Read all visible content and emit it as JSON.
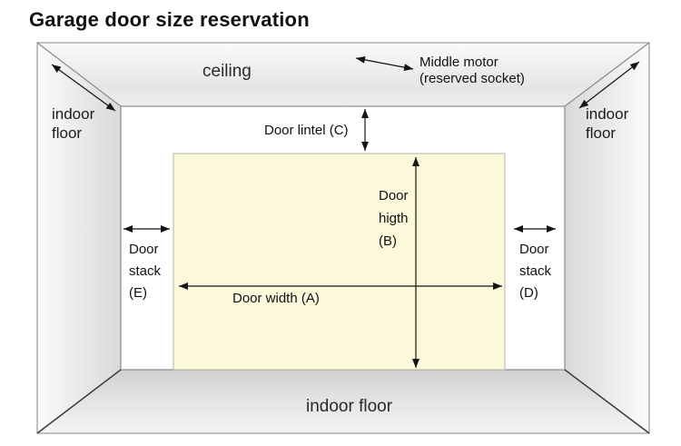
{
  "title": "Garage door size reservation",
  "diagram": {
    "ceiling_label": "ceiling",
    "floor_label": "indoor floor",
    "corner_left": {
      "line1": "indoor",
      "line2": "floor"
    },
    "corner_right": {
      "line1": "indoor",
      "line2": "floor"
    },
    "motor": {
      "line1": "Middle motor",
      "line2": "(reserved socket)"
    },
    "lintel_label": "Door lintel (C)",
    "height": {
      "line1": "Door",
      "line2": "higth",
      "line3": "(B)"
    },
    "width_label": "Door width (A)",
    "stack_left": {
      "line1": "Door",
      "line2": "stack",
      "line3": "(E)"
    },
    "stack_right": {
      "line1": "Door",
      "line2": "stack",
      "line3": "(D)"
    },
    "colors": {
      "door_fill": "#fbf9da",
      "door_border": "#b5b5a3",
      "wall_line": "#8a8a8a",
      "outer_line": "#9a9a9a",
      "arrow": "#141414"
    }
  }
}
